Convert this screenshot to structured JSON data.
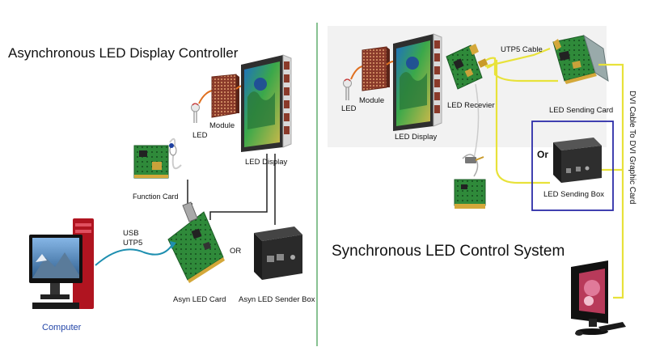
{
  "left": {
    "title": "Asynchronous LED Display Controller",
    "labels": {
      "led": "LED",
      "module": "Module",
      "led_display": "LED Display",
      "function_card": "Function Card",
      "usb": "USB",
      "utp5": "UTP5",
      "or": "OR",
      "asyn_led_card": "Asyn LED Card",
      "asyn_led_sender_box": "Asyn LED Sender Box",
      "computer": "Computer"
    }
  },
  "right": {
    "title": "Synchronous LED Control System",
    "labels": {
      "led": "LED",
      "module": "Module",
      "led_display": "LED Display",
      "led_receiver": "LED Recevier",
      "utp5_cable": "UTP5 Cable",
      "led_sending_card": "LED Sending Card",
      "or": "Or",
      "led_sending_box": "LED Sending Box",
      "dvi_cable": "DVI Cable To DVI Graphic Card"
    }
  },
  "colors": {
    "cable_yellow": "#e8e23a",
    "usb_cable_blue": "#1e8fb0",
    "wire_black": "#222222",
    "divider_green": "#3a9a4a",
    "highlight_box_blue": "#2c2ca8",
    "computer_label_blue": "#2446a8"
  }
}
